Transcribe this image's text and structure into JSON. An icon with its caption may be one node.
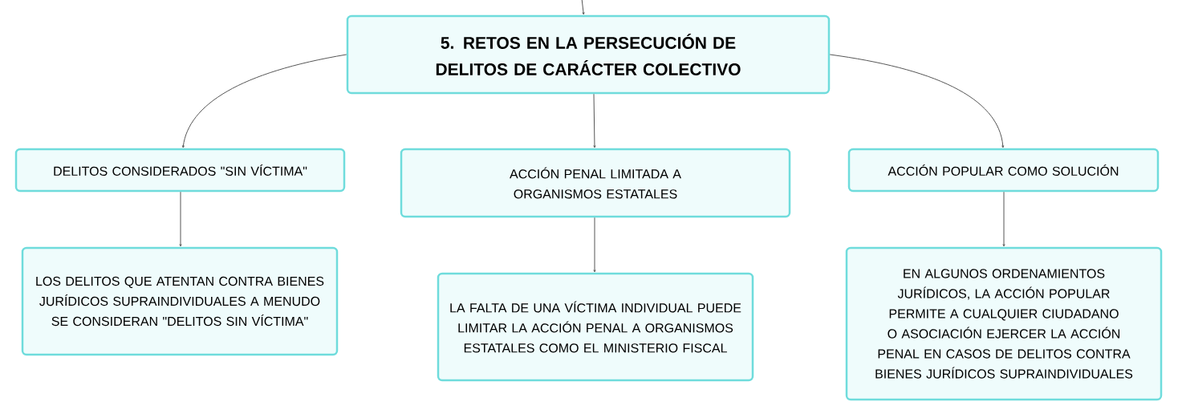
{
  "diagram": {
    "nodes": [
      {
        "text": [
          "5. RETOS EN LA PERSECUCIÓN DE DELITOS DE CARÁCTER COLECTIVO"
        ]
      },
      {
        "text": [
          "DELITOS CONSIDERADOS \"SIN VÍCTIMA\""
        ]
      },
      {
        "text": [
          "ACCIÓN PENAL LIMITADA A ORGANISMOS ESTATALES"
        ]
      },
      {
        "text": [
          "ACCIÓN POPULAR COMO SOLUCIÓN"
        ]
      },
      {
        "text": [
          "LOS DELITOS QUE ATENTAN CONTRA BIENES JURÍDICOS SUPRAINDIVIDUALES A MENUDO SE CONSIDERAN \"DELITOS SIN VÍCTIMA\""
        ]
      },
      {
        "text": [
          "LA FALTA DE UNA VÍCTIMA INDIVIDUAL PUEDE LIMITAR LA ACCIÓN PENAL A ORGANISMOS ESTATALES COMO EL MINISTERIO FISCAL"
        ]
      },
      {
        "text": [
          "EN ALGUNOS ORDENAMIENTOS JURÍDICOS, LA ACCIÓN POPULAR PERMITE A CUALQUIER CIUDADANO O ASOCIACIÓN EJERCER LA ACCIÓN PENAL EN CASOS DE DELITOS CONTRA BIENES JURÍDICOS SUPRAINDIVIDUALES"
        ]
      }
    ],
    "edges": [
      {
        "from": null,
        "to": 0,
        "arrow": "to"
      },
      {
        "from": 0,
        "to": 1,
        "arrow": "to"
      },
      {
        "from": 0,
        "to": 2,
        "arrow": "to"
      },
      {
        "from": 0,
        "to": 3,
        "arrow": "to"
      },
      {
        "from": 1,
        "to": 4,
        "arrow": "to"
      },
      {
        "from": 2,
        "to": 5,
        "arrow": "to"
      },
      {
        "from": 3,
        "to": 6,
        "arrow": "to"
      }
    ]
  }
}
